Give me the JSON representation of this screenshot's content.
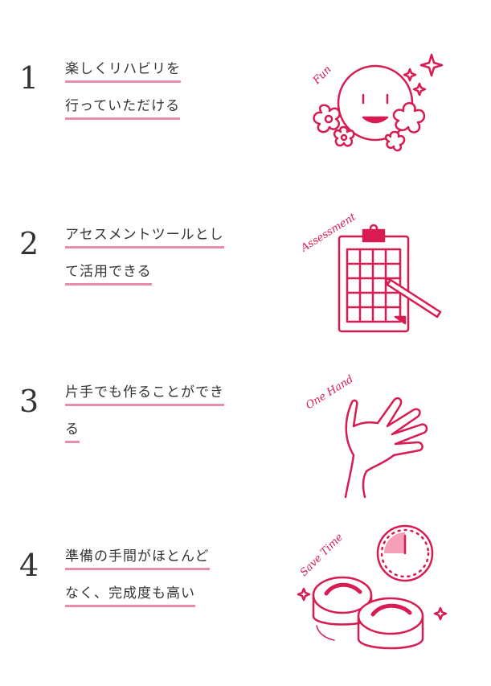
{
  "accent_color": "#d81b50",
  "underline_color": "#e98bab",
  "items": [
    {
      "number": "1",
      "line1": "楽しくリハビリを",
      "line2": "行っていただける",
      "badge": "Fun",
      "icon": "smiley-flowers-icon"
    },
    {
      "number": "2",
      "line1": "アセスメントツールとし",
      "line2": "て活用できる",
      "badge": "Assessment",
      "icon": "clipboard-pencil-icon"
    },
    {
      "number": "3",
      "line1": "片手でも作ることができ",
      "line2": "る",
      "badge": "One Hand",
      "icon": "hand-icon"
    },
    {
      "number": "4",
      "line1": "準備の手間がほとんど",
      "line2": "なく、完成度も高い",
      "badge": "Save Time",
      "icon": "clock-sushi-icon"
    }
  ]
}
